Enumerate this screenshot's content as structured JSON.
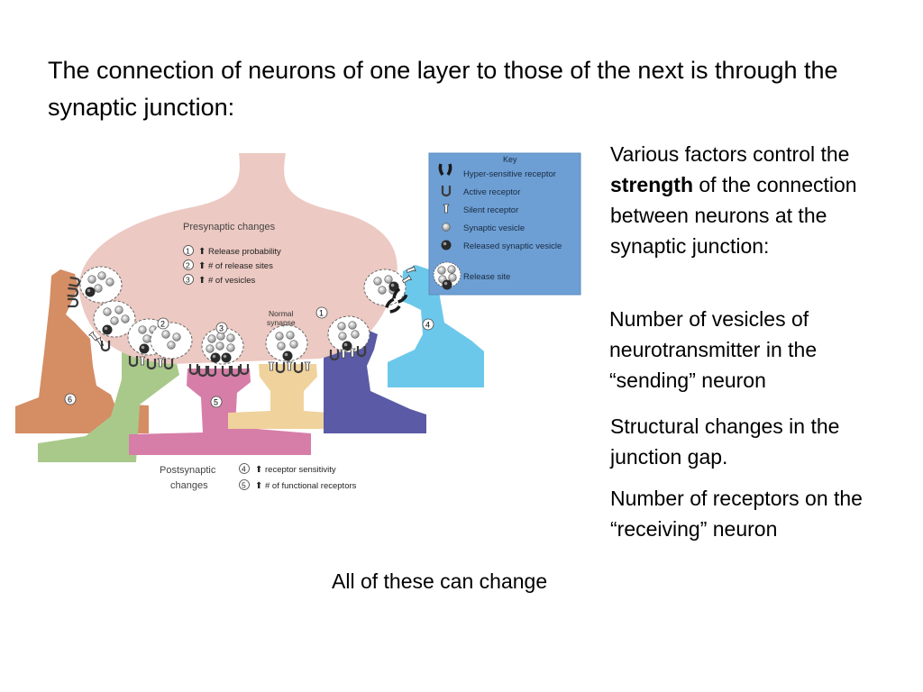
{
  "slide": {
    "title": "The connection of neurons of one layer to those of the next is through the synaptic junction:",
    "factors_intro_pre": "Various factors control the ",
    "factors_intro_bold": "strength",
    "factors_intro_post": " of the connection between neurons at the synaptic junction:",
    "factor_vesicles": "Number of vesicles of neurotransmitter in the “sending” neuron",
    "factor_structural": "Structural changes in the junction gap.",
    "factor_receptors": "Number of receptors on the “receiving” neuron",
    "caption": "All of these can change"
  },
  "figure": {
    "presynaptic_title": "Presynaptic changes",
    "pre_items": [
      {
        "num": "1",
        "text": "Release probability"
      },
      {
        "num": "2",
        "text": "# of release sites"
      },
      {
        "num": "3",
        "text": "# of vesicles"
      }
    ],
    "normal_label_line1": "Normal",
    "normal_label_line2": "synapse",
    "post_title_line1": "Postsynaptic",
    "post_title_line2": "changes",
    "post_items": [
      {
        "num": "4",
        "text": "receptor sensitivity"
      },
      {
        "num": "5",
        "text": "# of functional receptors"
      }
    ],
    "markers": [
      "1",
      "2",
      "3",
      "4",
      "5",
      "6"
    ],
    "key": {
      "title": "Key",
      "items": [
        "Hyper-sensitive receptor",
        "Active receptor",
        "Silent receptor",
        "Synaptic vesicle",
        "Released synaptic vesicle",
        "Release site"
      ]
    },
    "colors": {
      "presynaptic": "#ecc9c2",
      "key_bg": "#6d9fd4",
      "orange": "#d58d64",
      "green": "#a9c98b",
      "pink": "#d67ea8",
      "tan": "#f0d29c",
      "purple": "#5b5aa6",
      "cyan": "#6cc8ea"
    }
  }
}
